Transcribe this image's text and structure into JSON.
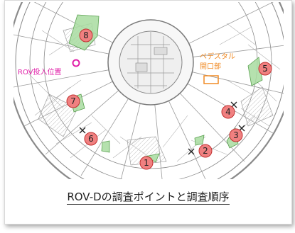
{
  "caption": "ROV-Dの調査ポイントと調査順序",
  "labels": {
    "rov_entry": "ROV投入位置",
    "pedestal_line1": "ペデスタル",
    "pedestal_line2": "開口部"
  },
  "points": [
    {
      "id": "1",
      "marked_x": false
    },
    {
      "id": "2",
      "marked_x": true
    },
    {
      "id": "3",
      "marked_x": true
    },
    {
      "id": "4",
      "marked_x": true
    },
    {
      "id": "5",
      "marked_x": false
    },
    {
      "id": "6",
      "marked_x": true
    },
    {
      "id": "7",
      "marked_x": false
    },
    {
      "id": "8",
      "marked_x": false
    }
  ],
  "colors": {
    "point_fill": "#f08080",
    "point_stroke": "#c03030",
    "survey_zone": "#a8dca0",
    "rov_entry": "#e020a8",
    "pedestal": "#f08a24",
    "structure": "#8a8a8a"
  },
  "icons": [
    "x-mark-icon",
    "point-marker-icon",
    "entry-point-icon"
  ]
}
